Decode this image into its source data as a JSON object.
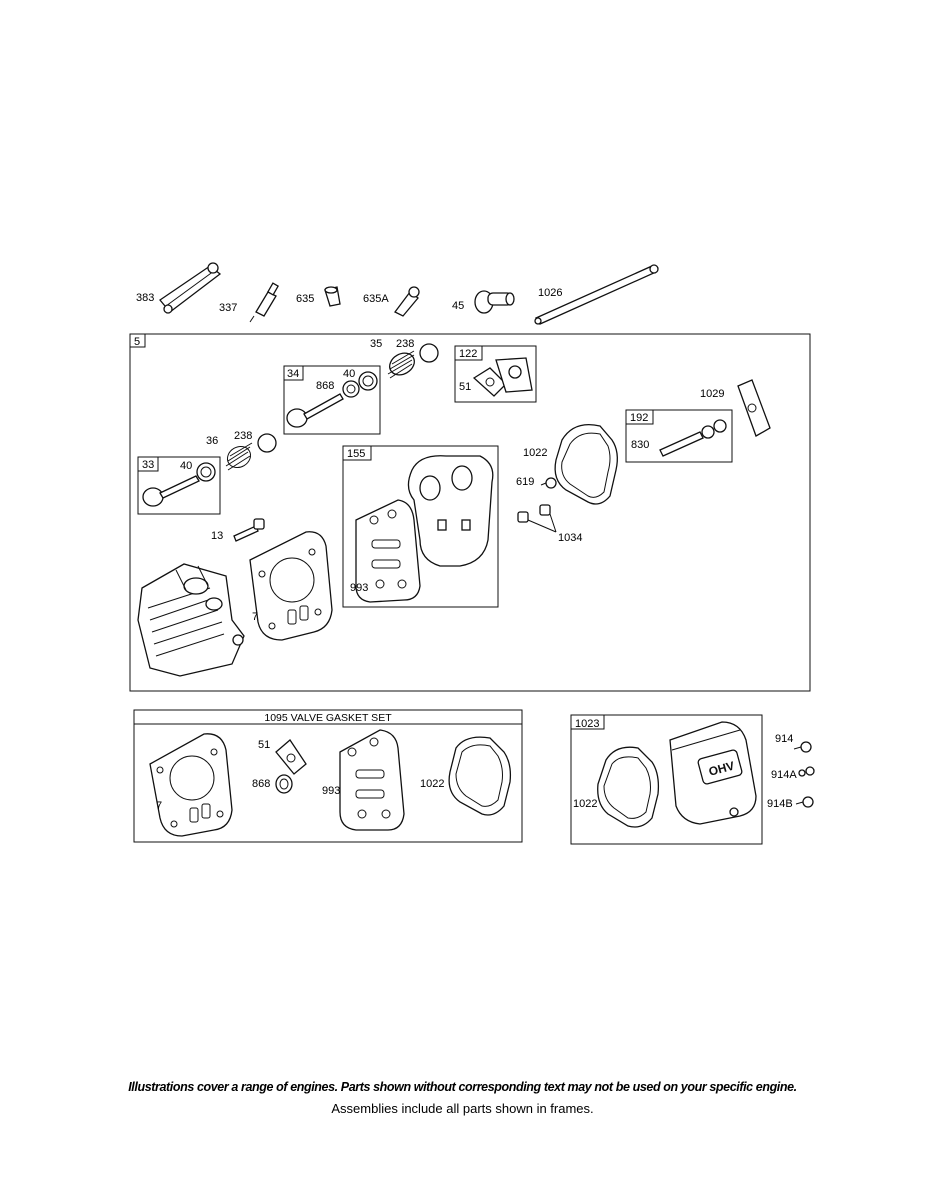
{
  "labels": {
    "p383": "383",
    "p337": "337",
    "p635": "635",
    "p635a": "635A",
    "p45": "45",
    "p1026": "1026",
    "frame5": "5",
    "p35": "35",
    "p238a": "238",
    "frame122": "122",
    "p51": "51",
    "frame34": "34",
    "p40a": "40",
    "p868": "868",
    "p1029": "1029",
    "p36": "36",
    "p238b": "238",
    "frame192": "192",
    "p830": "830",
    "frame33": "33",
    "p40b": "40",
    "frame155": "155",
    "p1022": "1022",
    "p619": "619",
    "p1034": "1034",
    "p13": "13",
    "p993": "993",
    "p7": "7"
  },
  "gasket_set": {
    "title": "1095 VALVE GASKET SET",
    "p51": "51",
    "p868": "868",
    "p7": "7",
    "p993": "993",
    "p1022": "1022"
  },
  "cover": {
    "frame1023": "1023",
    "p1022": "1022",
    "p914": "914",
    "p914a": "914A",
    "p914b": "914B",
    "logo": "OHV"
  },
  "footer": {
    "disclaimer": "Illustrations cover a range of engines. Parts shown without corresponding text may not be used on your specific engine.",
    "assemblies": "Assemblies include all parts shown in frames."
  }
}
